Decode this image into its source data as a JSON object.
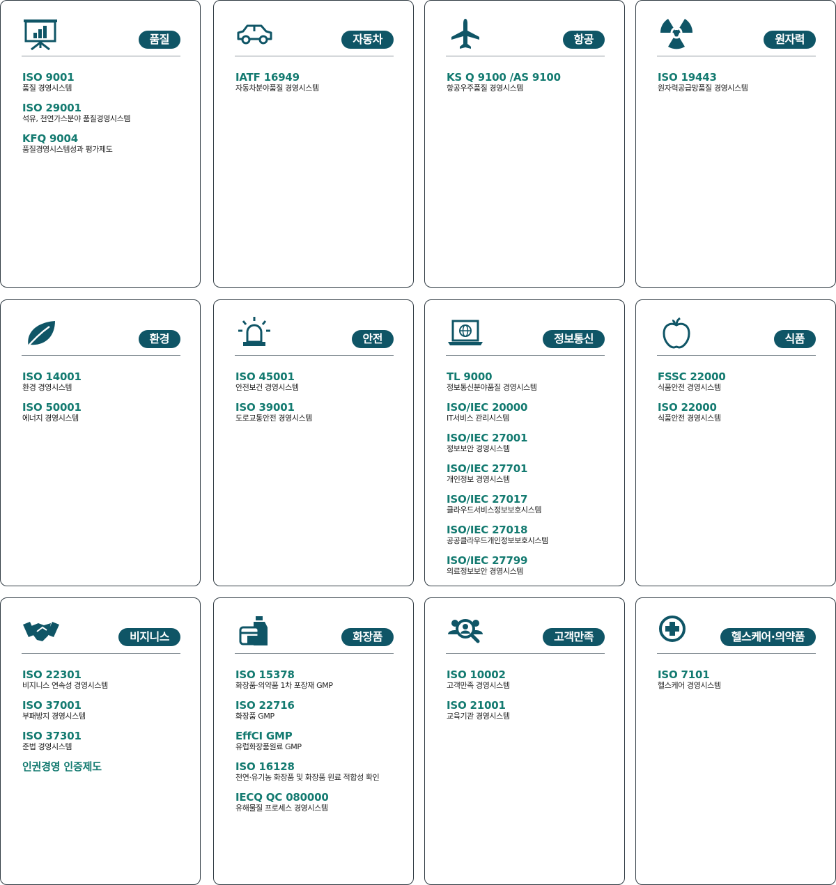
{
  "colors": {
    "accent": "#0f5566",
    "code": "#137a70",
    "border": "#2f3a42"
  },
  "cards": [
    {
      "icon": "presentation-chart-icon",
      "label": "품질",
      "items": [
        {
          "code": "ISO 9001",
          "desc": "품질 경영시스템"
        },
        {
          "code": "ISO 29001",
          "desc": "석유, 천연가스분야 품질경영시스템"
        },
        {
          "code": "KFQ 9004",
          "desc": "품질경영시스템성과 평가제도"
        }
      ]
    },
    {
      "icon": "car-icon",
      "label": "자동차",
      "items": [
        {
          "code": "IATF 16949",
          "desc": "자동차분야품질 경영시스템"
        }
      ]
    },
    {
      "icon": "airplane-icon",
      "label": "항공",
      "items": [
        {
          "code": "KS Q 9100 /AS 9100",
          "desc": "항공우주품질 경영시스템"
        }
      ]
    },
    {
      "icon": "radiation-icon",
      "label": "원자력",
      "items": [
        {
          "code": "ISO 19443",
          "desc": "원자력공급망품질 경영시스템"
        }
      ]
    },
    {
      "icon": "leaf-icon",
      "label": "환경",
      "items": [
        {
          "code": "ISO 14001",
          "desc": "환경 경영시스템"
        },
        {
          "code": "ISO 50001",
          "desc": "에너지 경영시스템"
        }
      ]
    },
    {
      "icon": "siren-icon",
      "label": "안전",
      "items": [
        {
          "code": "ISO 45001",
          "desc": "안전보건 경영시스템"
        },
        {
          "code": "ISO 39001",
          "desc": "도로교통안전 경영시스템"
        }
      ]
    },
    {
      "icon": "laptop-globe-icon",
      "label": "정보통신",
      "items": [
        {
          "code": "TL 9000",
          "desc": "정보통신분야품질 경영시스템"
        },
        {
          "code": "ISO/IEC 20000",
          "desc": "IT서비스 관리시스템"
        },
        {
          "code": "ISO/IEC 27001",
          "desc": "정보보안 경영시스템"
        },
        {
          "code": "ISO/IEC 27701",
          "desc": "개인정보 경영시스템"
        },
        {
          "code": "ISO/IEC 27017",
          "desc": "클라우드서비스정보보호시스템"
        },
        {
          "code": "ISO/IEC 27018",
          "desc": "공공클라우드개인정보보호시스템"
        },
        {
          "code": "ISO/IEC 27799",
          "desc": "의료정보보안 경영시스템"
        }
      ]
    },
    {
      "icon": "apple-icon",
      "label": "식품",
      "items": [
        {
          "code": "FSSC 22000",
          "desc": "식품안전 경영시스템"
        },
        {
          "code": "ISO 22000",
          "desc": "식품안전 경영시스템"
        }
      ]
    },
    {
      "icon": "handshake-icon",
      "label": "비지니스",
      "items": [
        {
          "code": "ISO 22301",
          "desc": "비지니스 연속성 경영시스템"
        },
        {
          "code": "ISO 37001",
          "desc": "부패방지 경영시스템"
        },
        {
          "code": "ISO 37301",
          "desc": "준법 경영시스템"
        },
        {
          "code": "인권경영 인증제도",
          "desc": ""
        }
      ]
    },
    {
      "icon": "cosmetics-icon",
      "label": "화장품",
      "items": [
        {
          "code": "ISO 15378",
          "desc": "화장품·의약품 1차 포장재 GMP"
        },
        {
          "code": "ISO 22716",
          "desc": "화장품 GMP"
        },
        {
          "code": "EffCI GMP",
          "desc": "유럽화장품원료 GMP"
        },
        {
          "code": "ISO 16128",
          "desc": "천연·유기농 화장품 및 화장품 원료 적합성 확인"
        },
        {
          "code": "IECQ QC 080000",
          "desc": "유해물질 프로세스 경영시스템"
        }
      ]
    },
    {
      "icon": "customer-search-icon",
      "label": "고객만족",
      "items": [
        {
          "code": "ISO 10002",
          "desc": "고객만족 경영시스템"
        },
        {
          "code": "ISO 21001",
          "desc": "교육기관 경영시스템"
        }
      ]
    },
    {
      "icon": "medical-cross-icon",
      "label": "헬스케어·의약품",
      "items": [
        {
          "code": "ISO 7101",
          "desc": "헬스케어 경영시스템"
        }
      ]
    }
  ]
}
